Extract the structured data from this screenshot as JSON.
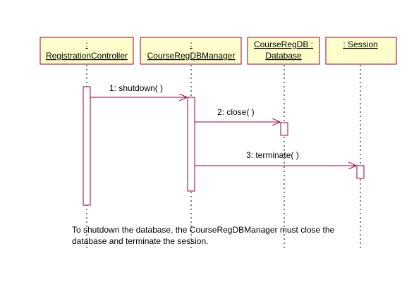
{
  "colors": {
    "object_fill": "#FFFFCC",
    "object_border": "#990033",
    "activation_fill": "#FFFFFF",
    "activation_border": "#990033",
    "message": "#990033",
    "lifeline": "#000000",
    "text": "#000000"
  },
  "objects": [
    {
      "id": "rc",
      "line1": ":",
      "line2": "RegistrationController"
    },
    {
      "id": "dbm",
      "line1": ":",
      "line2": "CourseRegDBManager"
    },
    {
      "id": "db",
      "line1": "CourseRegDB :",
      "line2": "Database"
    },
    {
      "id": "sess",
      "line1": ": Session",
      "line2": ""
    }
  ],
  "messages": [
    {
      "from": "rc",
      "to": "dbm",
      "label": "1: shutdown( )"
    },
    {
      "from": "dbm",
      "to": "db",
      "label": "2: close( )"
    },
    {
      "from": "dbm",
      "to": "sess",
      "label": "3: terminate( )"
    }
  ],
  "note": {
    "line1": "To shutdown the database, the CourseRegDBManager must close the",
    "line2": "database and terminate the session."
  }
}
